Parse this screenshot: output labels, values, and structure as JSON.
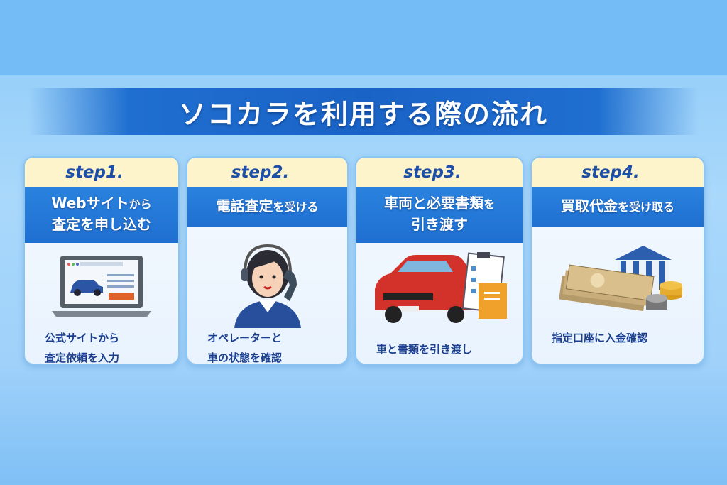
{
  "title": "ソコカラを利用する際の流れ",
  "steps": [
    {
      "step": "step1.",
      "heading_line1_big": "Webサイト",
      "heading_line1_small": "から",
      "heading_line2": "査定を申し込む",
      "desc_line1": "公式サイトから",
      "desc_line2": "査定依頼を入力",
      "icon": "laptop-car-icon"
    },
    {
      "step": "step2.",
      "heading_line1_big": "電話査定",
      "heading_line1_small": "を受ける",
      "heading_line2": "",
      "desc_line1": "オペレーターと",
      "desc_line2": "車の状態を確認",
      "icon": "operator-icon"
    },
    {
      "step": "step3.",
      "heading_line1_big": "車両と必要書類",
      "heading_line1_small": "を",
      "heading_line2": "引き渡す",
      "desc_line1": "車と書類を引き渡し",
      "desc_line2": "",
      "icon": "car-documents-icon"
    },
    {
      "step": "step4.",
      "heading_line1_big": "買取代金",
      "heading_line1_small": "を受け取る",
      "heading_line2": "",
      "desc_line1": "指定口座に入金確認",
      "desc_line2": "",
      "icon": "bank-money-icon"
    }
  ]
}
